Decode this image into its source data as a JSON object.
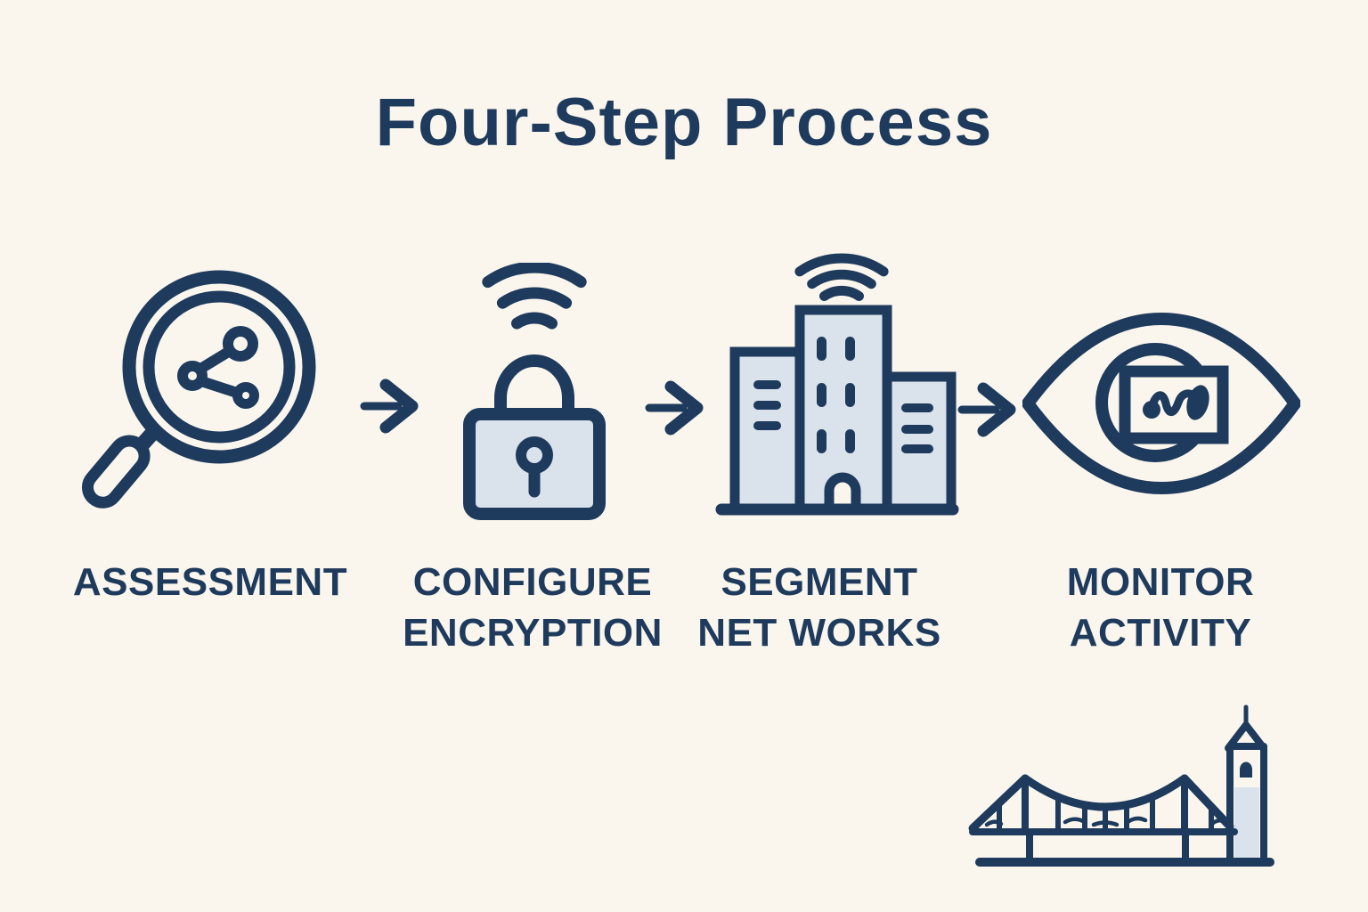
{
  "title": "Four-Step Process",
  "steps": [
    {
      "line1": "ASSESSMENT",
      "line2": "",
      "icon": "magnifier-network-icon"
    },
    {
      "line1": "CONFIGURE",
      "line2": "ENCRYPTION",
      "icon": "wifi-padlock-icon"
    },
    {
      "line1": "SEGMENT",
      "line2": "NET WORKS",
      "icon": "buildings-wifi-icon"
    },
    {
      "line1": "MONITOR",
      "line2": "ACTIVITY",
      "icon": "eye-activity-icon"
    }
  ],
  "arrows": [
    "right-arrow",
    "right-arrow",
    "right-arrow"
  ],
  "decoration": "suspension-bridge-with-clock-tower",
  "colors": {
    "background": "#faf6ed",
    "ink": "#1e3a5c",
    "panel_fill": "#dae2ec"
  }
}
